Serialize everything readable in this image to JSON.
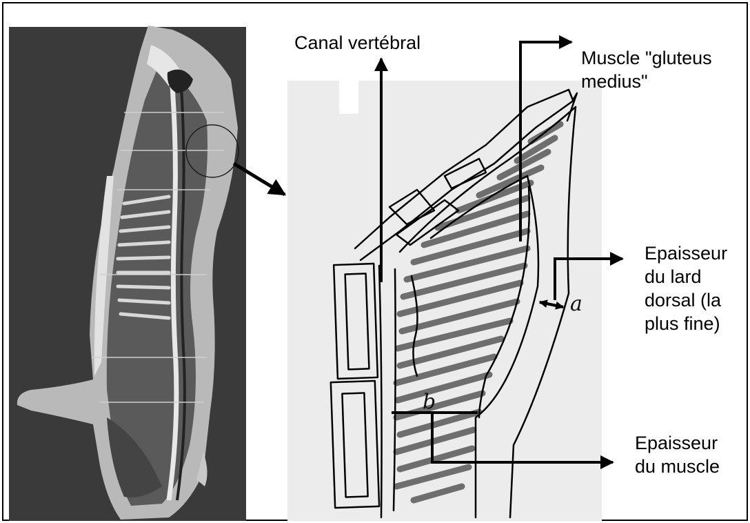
{
  "labels": {
    "vertebral_canal": "Canal vertébral",
    "gluteus_medius": "Muscle \"gluteus\nmedius\"",
    "backfat_thickness": "Epaisseur\ndu lard\ndorsal (la\nplus fine)",
    "muscle_thickness": "Epaisseur\ndu muscle"
  },
  "sketch_marks": {
    "a": "a",
    "b": "b"
  },
  "colors": {
    "photo_background": "#3a3a3a",
    "sketch_paper": "#ececec",
    "hatch": "#6e6e6e",
    "ink": "#000000"
  }
}
